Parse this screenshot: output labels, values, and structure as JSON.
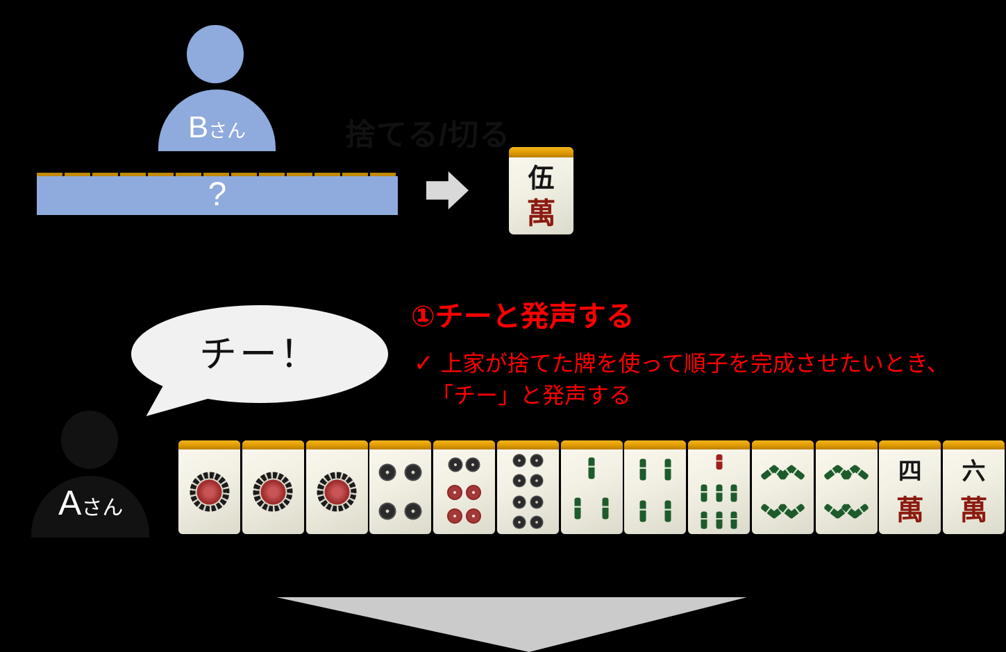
{
  "colors": {
    "background": "#000000",
    "player_blue": "#8FAADC",
    "tile_back_orange": "#E09A00",
    "b_row_orange": "#C18A00",
    "tile_ivory": "#F2F0E3",
    "small_arrow_gray": "#D9D9D9",
    "big_arrow_gray": "#CBCBCB",
    "accent_red": "#FF0000",
    "man_red": "#8B1A10",
    "sou_green": "#1E5B2C",
    "pin_dark": "#2B2B2B",
    "pin_red": "#A43737"
  },
  "player_b": {
    "name": "B",
    "suffix": "さん",
    "hidden_hand_text": "?",
    "hidden_tile_count": 13
  },
  "discard": {
    "action_text": "捨てる/切る",
    "tile": {
      "suit": "man",
      "value": 5,
      "top_kanji": "伍",
      "bottom_kanji": "萬",
      "label": "五萬"
    }
  },
  "speech_bubble": {
    "text": "チー！"
  },
  "instruction": {
    "heading": "①チーと発声する",
    "check_mark": "✓",
    "line1": "上家が捨てた牌を使って順子を完成させたいとき、",
    "line2": "「チー」と発声する"
  },
  "player_a": {
    "name": "A",
    "suffix": "さん",
    "hand": [
      {
        "suit": "pin",
        "value": 1,
        "label": "1筒"
      },
      {
        "suit": "pin",
        "value": 1,
        "label": "1筒"
      },
      {
        "suit": "pin",
        "value": 1,
        "label": "1筒"
      },
      {
        "suit": "pin",
        "value": 4,
        "label": "4筒"
      },
      {
        "suit": "pin",
        "value": 6,
        "label": "6筒"
      },
      {
        "suit": "pin",
        "value": 8,
        "label": "8筒"
      },
      {
        "suit": "sou",
        "value": 3,
        "label": "3索"
      },
      {
        "suit": "sou",
        "value": 4,
        "label": "4索"
      },
      {
        "suit": "sou",
        "value": 7,
        "label": "7索"
      },
      {
        "suit": "sou",
        "value": 8,
        "label": "8索"
      },
      {
        "suit": "sou",
        "value": 8,
        "label": "8索"
      },
      {
        "suit": "man",
        "value": 4,
        "top_kanji": "四",
        "bottom_kanji": "萬",
        "label": "四萬"
      },
      {
        "suit": "man",
        "value": 6,
        "top_kanji": "六",
        "bottom_kanji": "萬",
        "label": "六萬"
      }
    ]
  }
}
